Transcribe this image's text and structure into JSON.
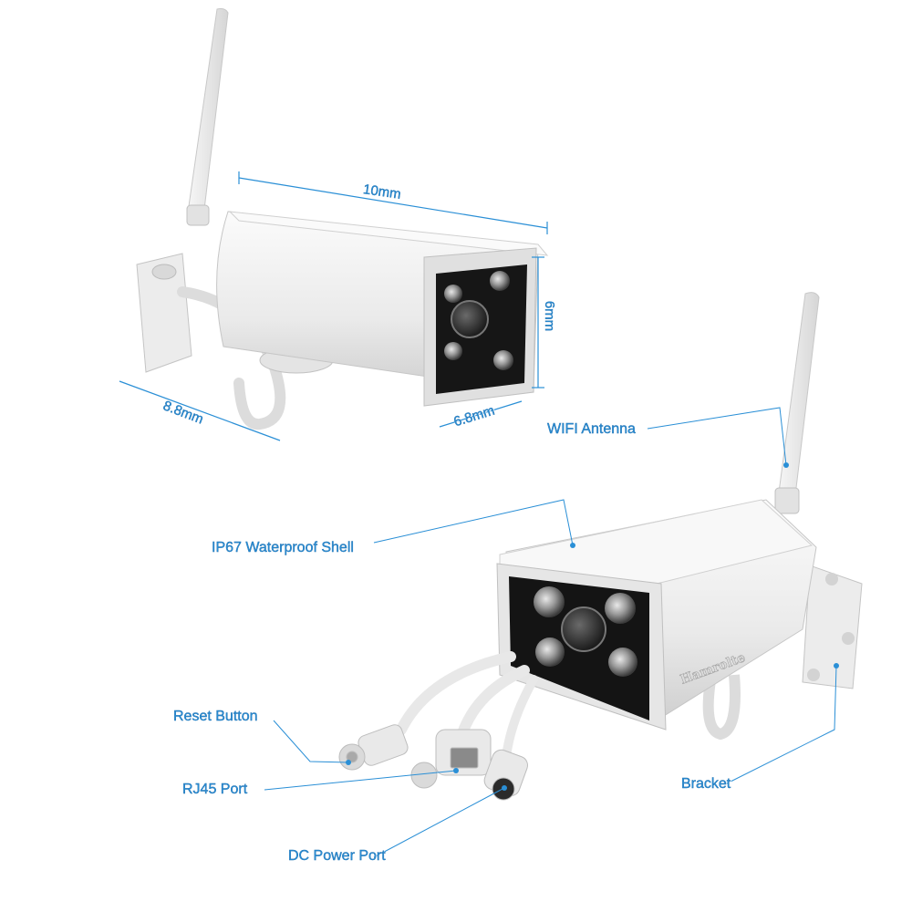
{
  "dimensions": {
    "length": "10mm",
    "height": "6mm",
    "depth": "6.8mm",
    "bracket": "8.8mm"
  },
  "callouts": {
    "antenna": "WIFI Antenna",
    "shell": "IP67 Waterproof Shell",
    "reset": "Reset Button",
    "rj45": "RJ45 Port",
    "dc": "DC Power Port",
    "bracket": "Bracket"
  },
  "brand": "Hamrolte",
  "colors": {
    "callout_blue": "#2a8fd6",
    "body_white": "#f2f2f2",
    "lens_black": "#141414"
  }
}
